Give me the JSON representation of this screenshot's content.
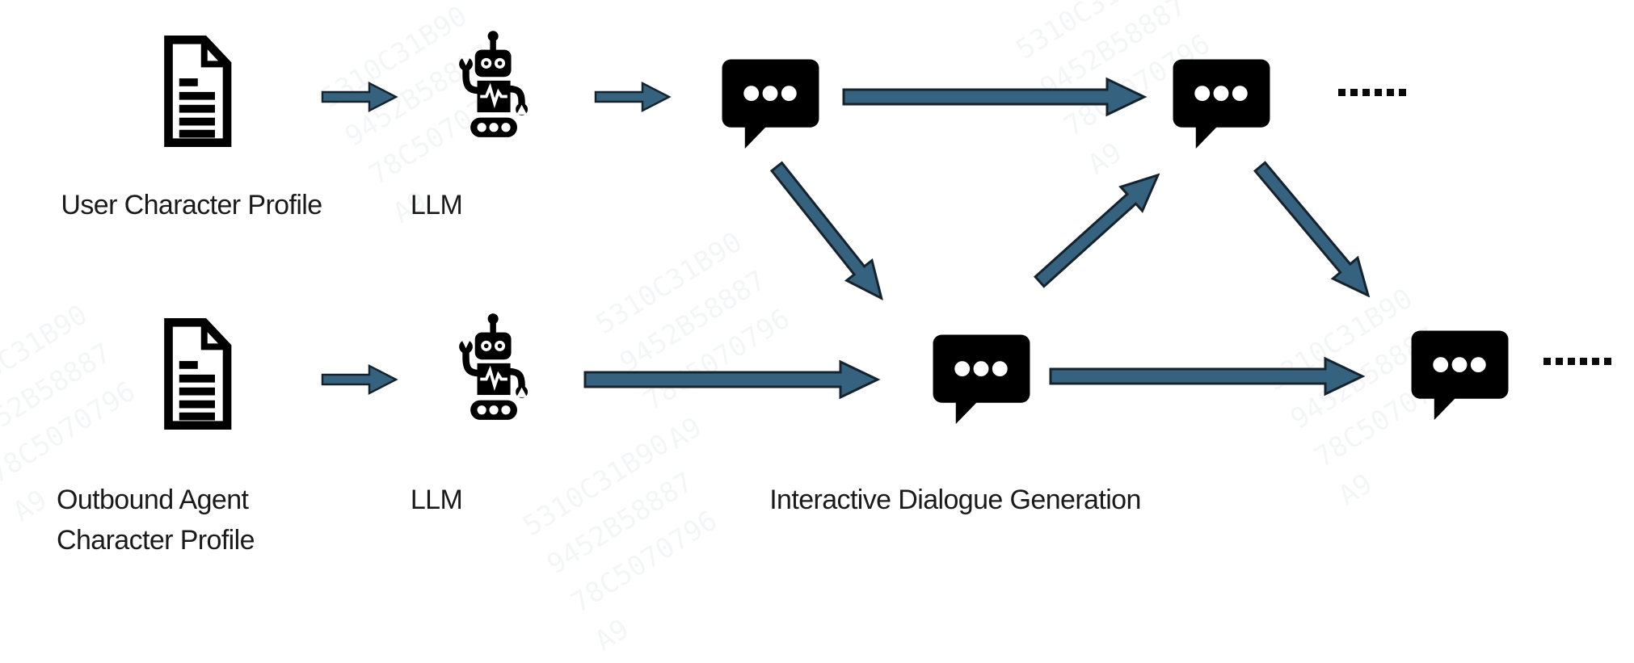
{
  "colors": {
    "arrow_fill": "#35627F",
    "arrow_outline": "#16222C",
    "icon_color": "#000000",
    "text_color": "#1A1A1A",
    "background": "#FFFFFF"
  },
  "top_row": {
    "doc_label": "User Character Profile",
    "llm_label": "LLM",
    "ellipsis": "......"
  },
  "bottom_row": {
    "doc_label_line1": "Outbound Agent",
    "doc_label_line2": "Character Profile",
    "llm_label": "LLM",
    "caption": "Interactive Dialogue Generation",
    "ellipsis": "......"
  },
  "icons": {
    "document": "document-icon",
    "robot": "robot-icon",
    "speech_bubble": "speech-bubble-icon",
    "arrow": "arrow-right-icon",
    "diagonal_arrow": "diagonal-arrow-icon"
  },
  "watermark": {
    "fragments": [
      "5310C31B90",
      "9452B58887",
      "78C5070796",
      "A9"
    ]
  }
}
